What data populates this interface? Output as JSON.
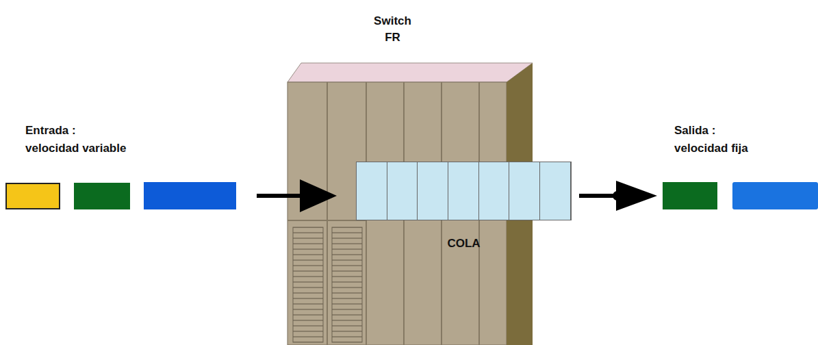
{
  "diagram": {
    "nodes": [
      {
        "text": [
          "Switch FR"
        ]
      },
      {
        "text": [
          "COLA"
        ],
        "in": 0
      }
    ],
    "labels": [
      "Entrada : velocidad variable",
      "Salida : velocidad fija"
    ]
  }
}
